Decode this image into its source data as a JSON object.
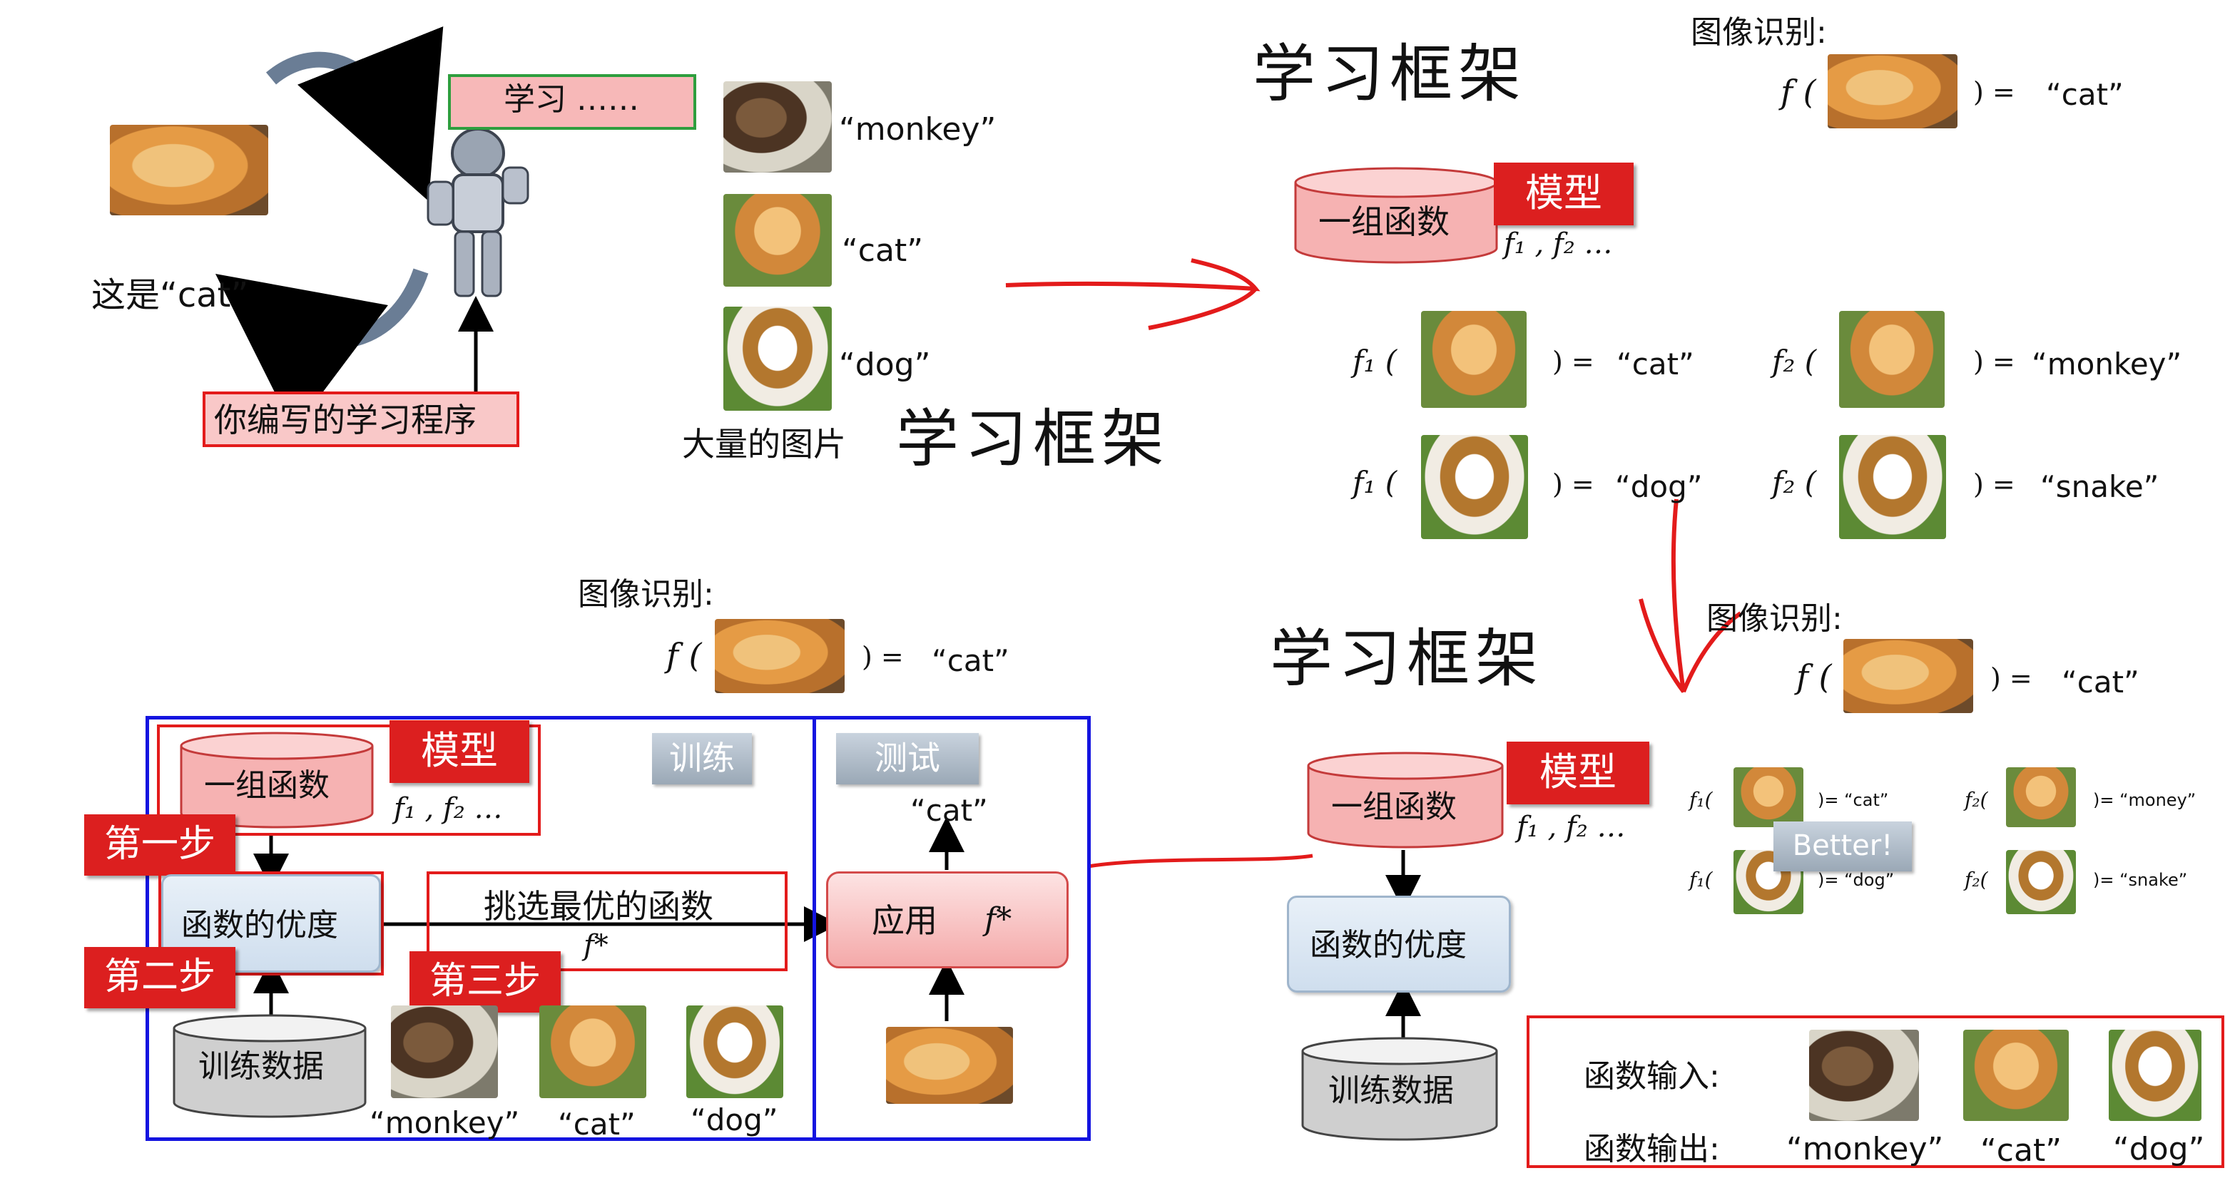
{
  "panel1": {
    "study_label": "学习 ……",
    "this_is_cat": "这是“cat”",
    "program_label": "你编写的学习程序",
    "labels": [
      "“monkey”",
      "“cat”",
      "“dog”"
    ],
    "many_images": "大量的图片",
    "learning_framework": "学习框架"
  },
  "panel2": {
    "title": "学习框架",
    "image_recognition": "图像识别:",
    "f_open": "f (",
    "close_eq": ") =",
    "cat": "“cat”",
    "function_set": "一组函数",
    "model": "模型",
    "f_list": "f₁ , f₂ …",
    "rows": [
      {
        "fn": "f₁ (",
        "out": "“cat”"
      },
      {
        "fn": "f₂ (",
        "out": "“monkey”"
      },
      {
        "fn": "f₁ (",
        "out": "“dog”"
      },
      {
        "fn": "f₂ (",
        "out": "“snake”"
      }
    ]
  },
  "panel3": {
    "image_recognition": "图像识别:",
    "f_open": "f (",
    "close_eq": ") =",
    "cat": "“cat”",
    "function_set": "一组函数",
    "model": "模型",
    "f_list": "f₁ , f₂ …",
    "train": "训练",
    "test": "测试",
    "step1": "第一步",
    "step2": "第二步",
    "step3": "第三步",
    "goodness": "函数的优度",
    "pick_best": "挑选最优的函数",
    "f_star": "f*",
    "apply": "应用",
    "train_data": "训练数据",
    "output_cat": "“cat”",
    "data_labels": [
      "“monkey”",
      "“cat”",
      "“dog”"
    ]
  },
  "panel4": {
    "title": "学习框架",
    "image_recognition": "图像识别:",
    "f_open": "f (",
    "close_eq": ") =",
    "cat": "“cat”",
    "model": "模型",
    "function_set": "一组函数",
    "f_list": "f₁ , f₂ …",
    "goodness": "函数的优度",
    "train_data": "训练数据",
    "better": "Better!",
    "mini_rows": [
      {
        "fn": "f₁(",
        "out": ")= “cat”"
      },
      {
        "fn": "f₂(",
        "out": ")= “money”"
      },
      {
        "fn": "f₁(",
        "out": ")= “dog”"
      },
      {
        "fn": "f₂(",
        "out": ")= “snake”"
      }
    ],
    "input_label": "函数输入:",
    "output_label": "函数输出:",
    "io_outputs": [
      "“monkey”",
      "“cat”",
      "“dog”"
    ]
  },
  "colors": {
    "red": "#dc1f1f",
    "blue": "#1414e0",
    "pink": "#f4a9a9",
    "lightblue": "#cfdeee"
  }
}
